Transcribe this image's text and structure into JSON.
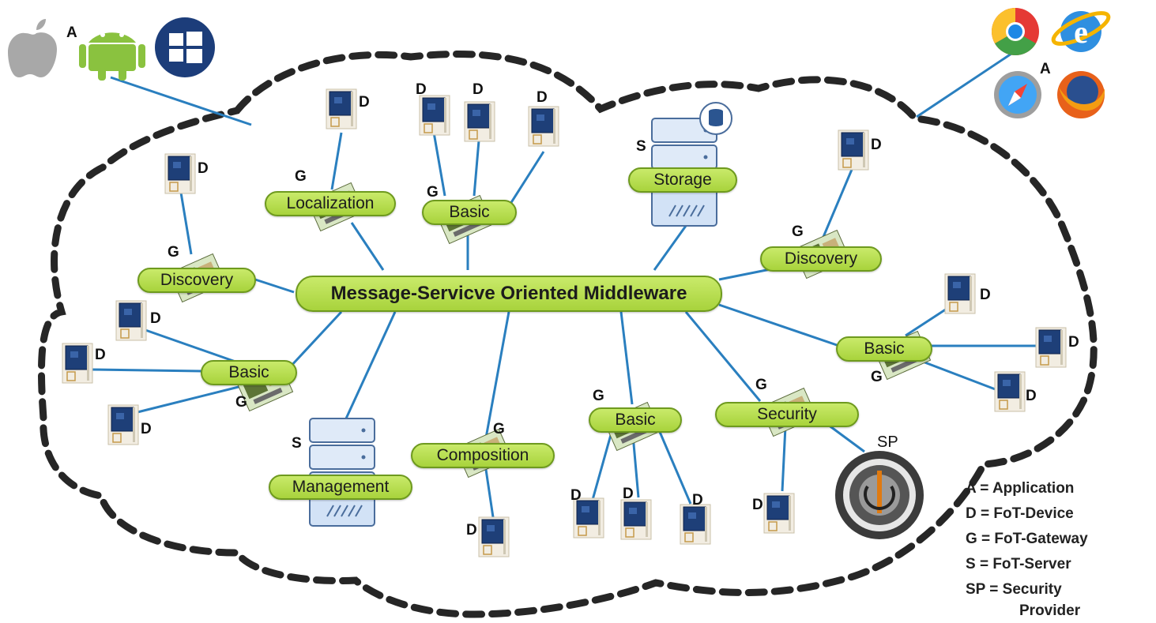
{
  "middleware": {
    "label": "Message-Servicve Oriented Middleware"
  },
  "modules": {
    "localization": "Localization",
    "basic_top": "Basic",
    "storage": "Storage",
    "discovery_left": "Discovery",
    "discovery_right": "Discovery",
    "basic_left": "Basic",
    "basic_right": "Basic",
    "basic_bottom": "Basic",
    "security": "Security",
    "composition": "Composition",
    "management": "Management"
  },
  "tags": {
    "device": "D",
    "gateway": "G",
    "server": "S",
    "application": "A",
    "security_provider": "SP"
  },
  "legend": [
    "A = Application",
    "D = FoT-Device",
    "G = FoT-Gateway",
    "S = FoT-Server",
    "SP = Security",
    "Provider"
  ],
  "colors": {
    "pill_fill": "#b5dc4a",
    "pill_border": "#6e9a1e",
    "link": "#2a7fbf",
    "cloud": "#262626",
    "device_board": "#1e3f78",
    "server_fill": "#cfe0f5"
  },
  "icons": {
    "apps_left": [
      "apple-icon",
      "android-icon",
      "windows-icon"
    ],
    "apps_right": [
      "chrome-icon",
      "internet-explorer-icon",
      "safari-icon",
      "firefox-icon"
    ],
    "security_provider": "security-provider-seal-icon",
    "storage_db": "database-icon"
  }
}
